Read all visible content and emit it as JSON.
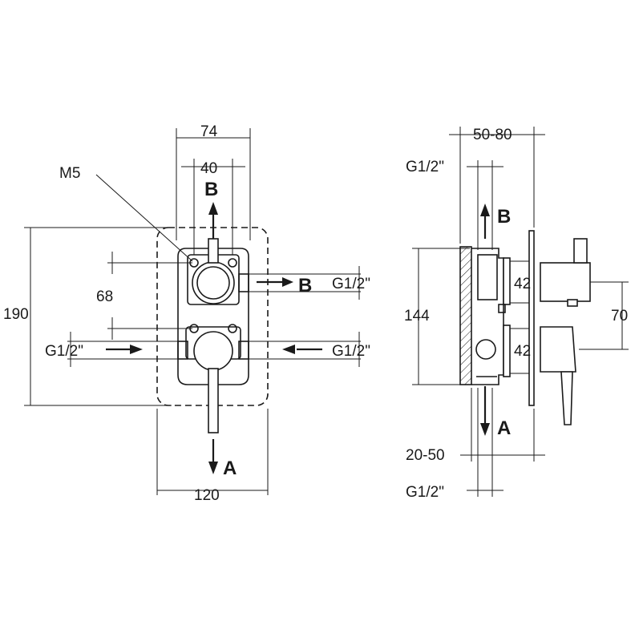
{
  "front_view": {
    "dims": {
      "width_top": "74",
      "inner_width": "40",
      "thread": "M5",
      "height_total": "190",
      "height_mid": "68",
      "width_bottom": "120"
    },
    "ports": {
      "outlet_top": "B",
      "outlet_side": "B",
      "outlet_bottom": "A",
      "thread_right_1": "G1/2\"",
      "thread_right_2": "G1/2\"",
      "thread_left": "G1/2\""
    }
  },
  "side_view": {
    "dims": {
      "depth_range_top": "50-80",
      "thread_top": "G1/2\"",
      "height_body": "144",
      "module_upper": "42",
      "module_lower": "42",
      "handle_spacing": "70",
      "depth_range_bottom": "20-50",
      "thread_bottom": "G1/2\""
    },
    "ports": {
      "outlet_top": "B",
      "outlet_bottom": "A"
    }
  }
}
